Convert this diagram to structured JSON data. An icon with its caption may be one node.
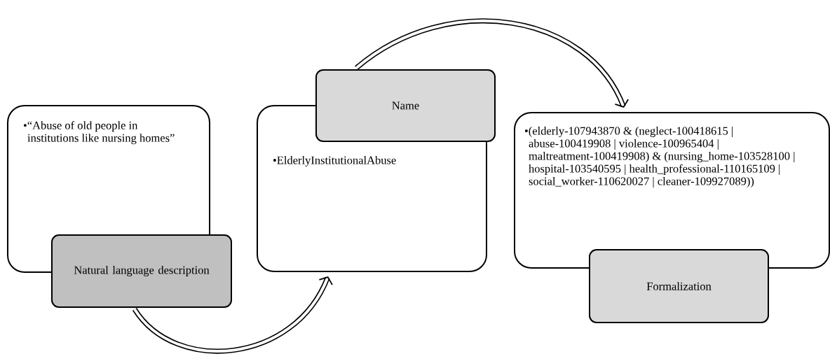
{
  "diagram": {
    "nodes": [
      {
        "text": [
          "•“Abuse of old people in institutions like nursing homes”"
        ]
      },
      {
        "text": [
          "Natural language description"
        ]
      },
      {
        "text": [
          "•ElderlyInstitutionalAbuse"
        ]
      },
      {
        "text": [
          "Name"
        ]
      },
      {
        "text": [
          "•(elderly-107943870 & (neglect-100418615 | abuse-100419908 | violence-100965404 | maltreatment-100419908) & (nursing_home-103528100 | hospital-103540595 | health_professional-110165109 | social_worker-110620027 | cleaner-109927089))"
        ]
      },
      {
        "text": [
          "Formalization"
        ]
      }
    ],
    "edges": [
      {
        "from": 1,
        "to": 2,
        "arrow": "to"
      },
      {
        "from": 3,
        "to": 4,
        "arrow": "to"
      }
    ]
  }
}
